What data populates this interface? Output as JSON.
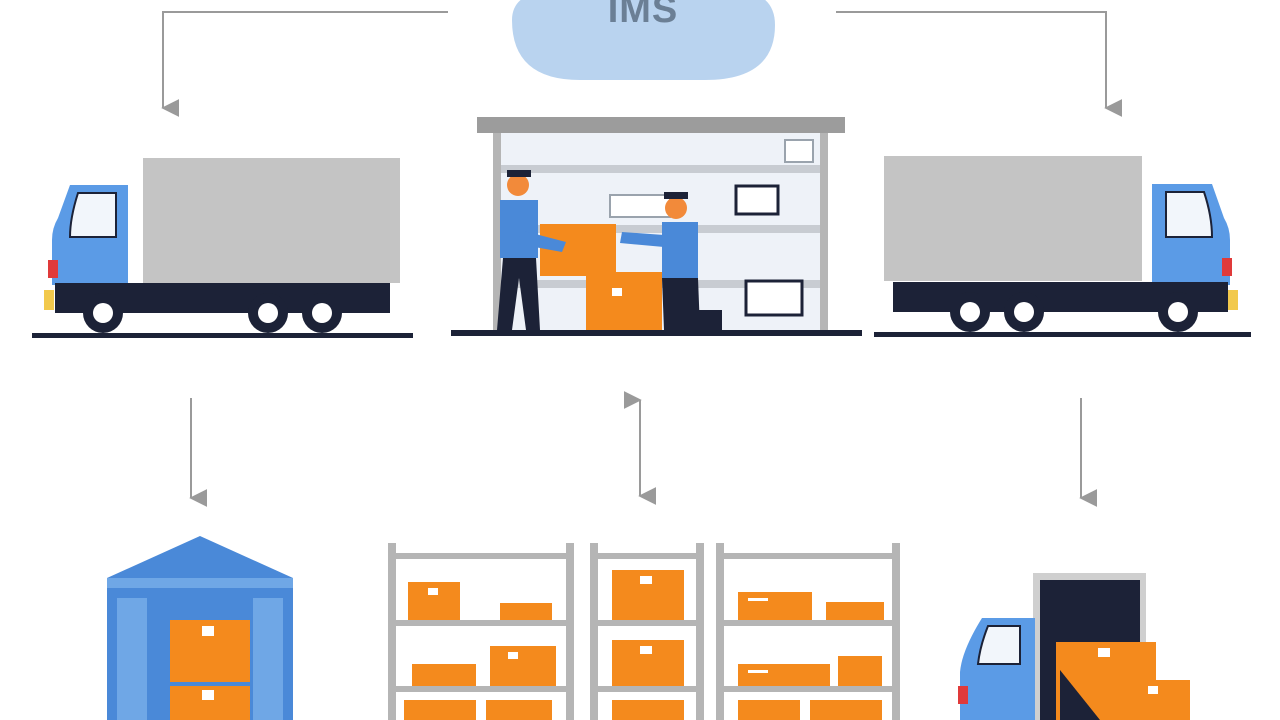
{
  "ims_node": {
    "label": "IMS",
    "icon": "cloud-icon",
    "color": "#b9d3ef"
  },
  "scene": {
    "top_row": [
      "inbound-truck",
      "warehouse-packing-station",
      "outbound-truck"
    ],
    "bottom_row": [
      "storage-shed",
      "storage-shelving",
      "delivery-van"
    ],
    "arrows": [
      "ims-to-inbound-truck",
      "ims-to-outbound-truck",
      "inbound-truck-to-storage-shed",
      "warehouse-to-shelving-bidirectional",
      "outbound-truck-to-delivery-van"
    ]
  },
  "colors": {
    "truck_cab": "#5b9be6",
    "truck_cargo": "#c4c4c4",
    "chassis": "#1c2237",
    "box": "#f48a1d",
    "shelf": "#b5b5b5",
    "arrow": "#9a9a9a"
  }
}
